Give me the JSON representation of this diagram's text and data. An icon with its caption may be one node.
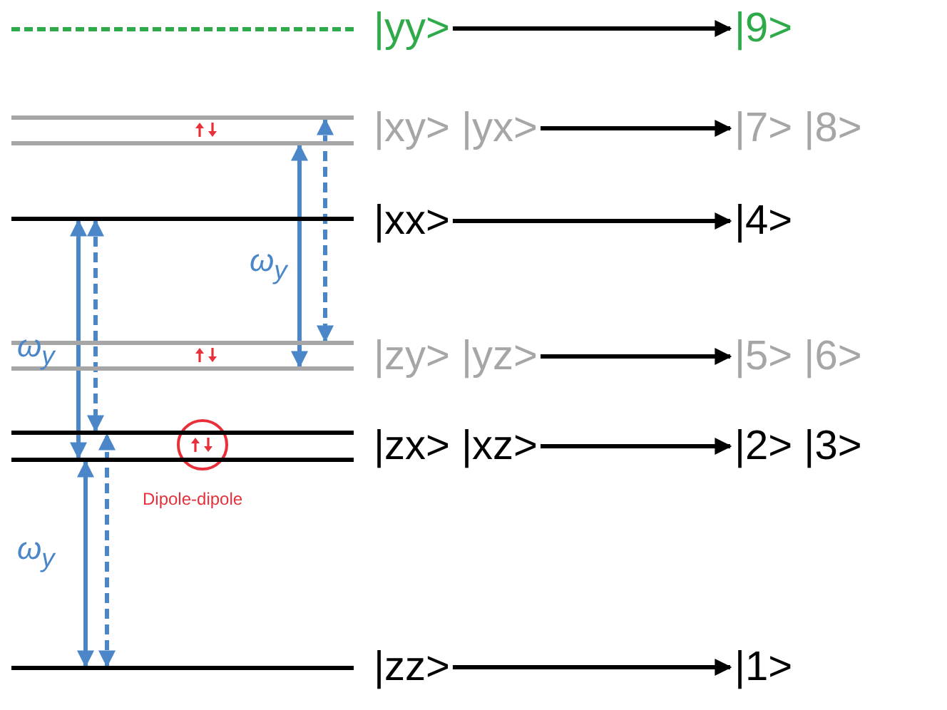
{
  "diagram": {
    "nodes": [
      {
        "text": [],
        "shape": "bar"
      },
      {
        "text": [
          "|yy>"
        ]
      },
      {
        "text": [
          "|9>"
        ]
      },
      {
        "text": [],
        "shape": "bar"
      },
      {
        "text": [],
        "shape": "bar"
      },
      {
        "text": [
          "|xy> |yx>"
        ]
      },
      {
        "text": [
          "|7> |8>"
        ]
      },
      {
        "text": [],
        "shape": "bar"
      },
      {
        "text": [
          "|xx>"
        ]
      },
      {
        "text": [
          "|4>"
        ]
      },
      {
        "text": [],
        "shape": "bar"
      },
      {
        "text": [],
        "shape": "bar"
      },
      {
        "text": [
          "|zy> |yz>"
        ]
      },
      {
        "text": [
          "|5> |6>"
        ]
      },
      {
        "text": [],
        "shape": "bar"
      },
      {
        "text": [],
        "shape": "bar"
      },
      {
        "text": [
          "|zx> |xz>"
        ]
      },
      {
        "text": [
          "|2> |3>"
        ]
      },
      {
        "text": [],
        "shape": "bar"
      },
      {
        "text": [
          "|zz>"
        ]
      },
      {
        "text": [
          "|1>"
        ]
      }
    ],
    "edges": [
      {
        "from": 1,
        "to": 2,
        "arrow": "to"
      },
      {
        "from": 5,
        "to": 6,
        "arrow": "to"
      },
      {
        "from": 8,
        "to": 9,
        "arrow": "to"
      },
      {
        "from": 12,
        "to": 13,
        "arrow": "to"
      },
      {
        "from": 16,
        "to": 17,
        "arrow": "to"
      },
      {
        "from": 19,
        "to": 20,
        "arrow": "to"
      },
      {
        "from": 3,
        "to": 10,
        "arrow": "both",
        "style": "dashed",
        "color": "#4a86c8"
      },
      {
        "from": 4,
        "to": 11,
        "arrow": "both",
        "color": "#4a86c8"
      },
      {
        "from": 7,
        "to": 15,
        "arrow": "both",
        "color": "#4a86c8"
      },
      {
        "from": 7,
        "to": 14,
        "arrow": "both",
        "style": "dashed",
        "color": "#4a86c8"
      },
      {
        "from": 18,
        "to": 15,
        "arrow": "both",
        "color": "#4a86c8"
      },
      {
        "from": 18,
        "to": 14,
        "arrow": "both",
        "style": "dashed",
        "color": "#4a86c8"
      }
    ],
    "labels": [
      "ω$_{y}$",
      "ω$_{y}$",
      "Dipole-dipole",
      "ω$_{y}$"
    ]
  }
}
